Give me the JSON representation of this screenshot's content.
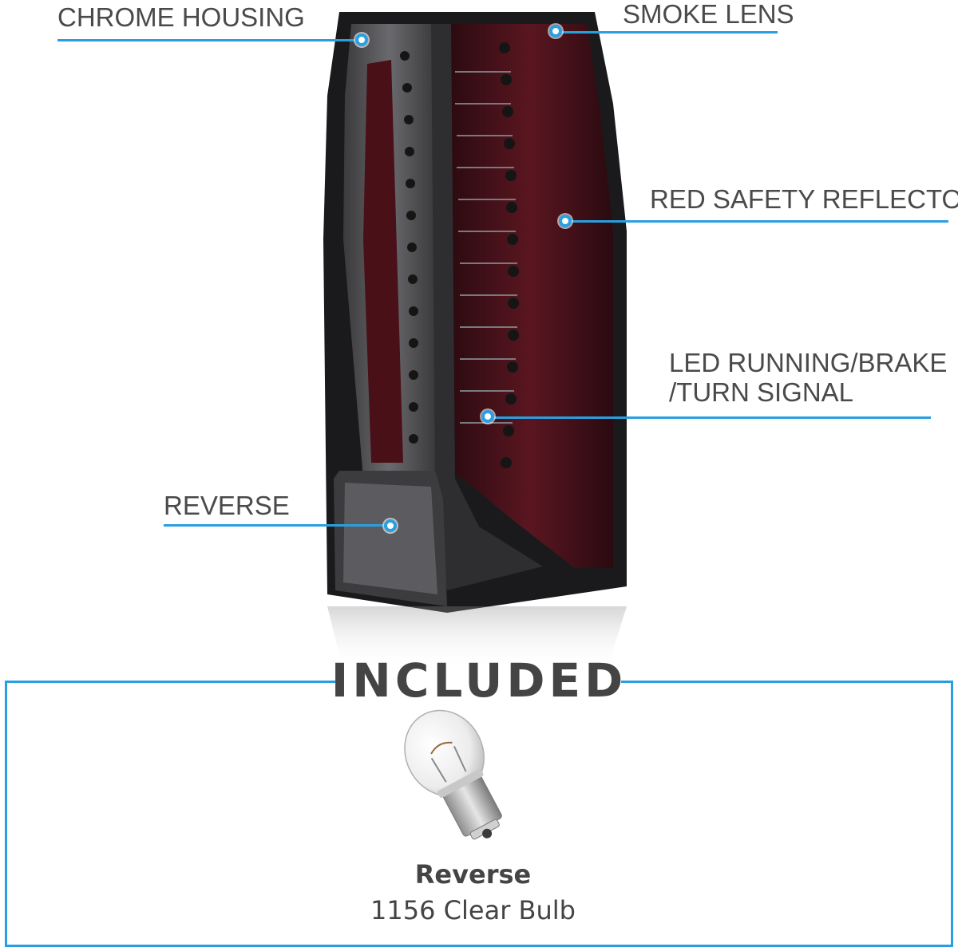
{
  "callouts": {
    "chrome_housing": "CHROME HOUSING",
    "smoke_lens": "SMOKE LENS",
    "red_safety_reflector": "RED SAFETY REFLECTOR",
    "led_line1": "LED RUNNING/BRAKE",
    "led_line2": "/TURN SIGNAL",
    "reverse": "REVERSE"
  },
  "included": {
    "title": "INCLUDED",
    "item_name": "Reverse",
    "item_desc": "1156 Clear Bulb"
  },
  "colors": {
    "accent": "#2a9fe0",
    "text": "#4a4a4a",
    "lens_red": "#4a1018"
  },
  "icons": [
    "tail-light-icon",
    "bulb-icon"
  ]
}
